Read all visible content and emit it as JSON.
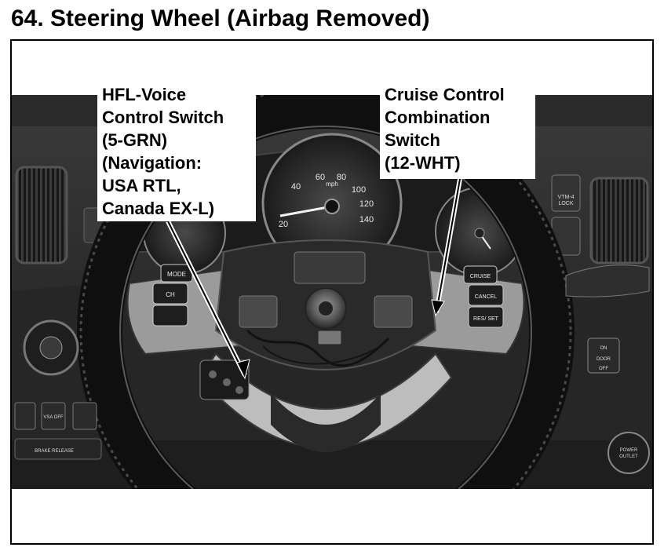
{
  "document": {
    "title": "64. Steering Wheel (Airbag Removed)"
  },
  "callouts": {
    "hfl_voice": {
      "lines": [
        "HFL-Voice",
        "Control Switch",
        "(5-GRN)",
        "(Navigation:",
        "USA RTL,",
        "Canada EX-L)"
      ]
    },
    "cruise_control": {
      "lines": [
        "Cruise Control",
        "Combination",
        "Switch",
        "(12-WHT)"
      ]
    }
  },
  "photo_labels": {
    "speedometer": [
      "20",
      "40",
      "60",
      "80",
      "100",
      "120",
      "140"
    ],
    "speed_unit": "mph",
    "left_button_top": "MODE",
    "left_button_mid": "CH",
    "right_button_top": "CRUISE",
    "right_button_mid": "CANCEL",
    "right_button_low": "RES/ SET",
    "vsa_off": "VSA OFF",
    "brake_release": "BRAKE RELEASE",
    "door_switch": [
      "ON",
      "DOOR",
      "OFF"
    ],
    "power_outlet": [
      "POWER",
      "OUTLET"
    ],
    "vtm_lock": [
      "VTM-4",
      "LOCK"
    ]
  }
}
